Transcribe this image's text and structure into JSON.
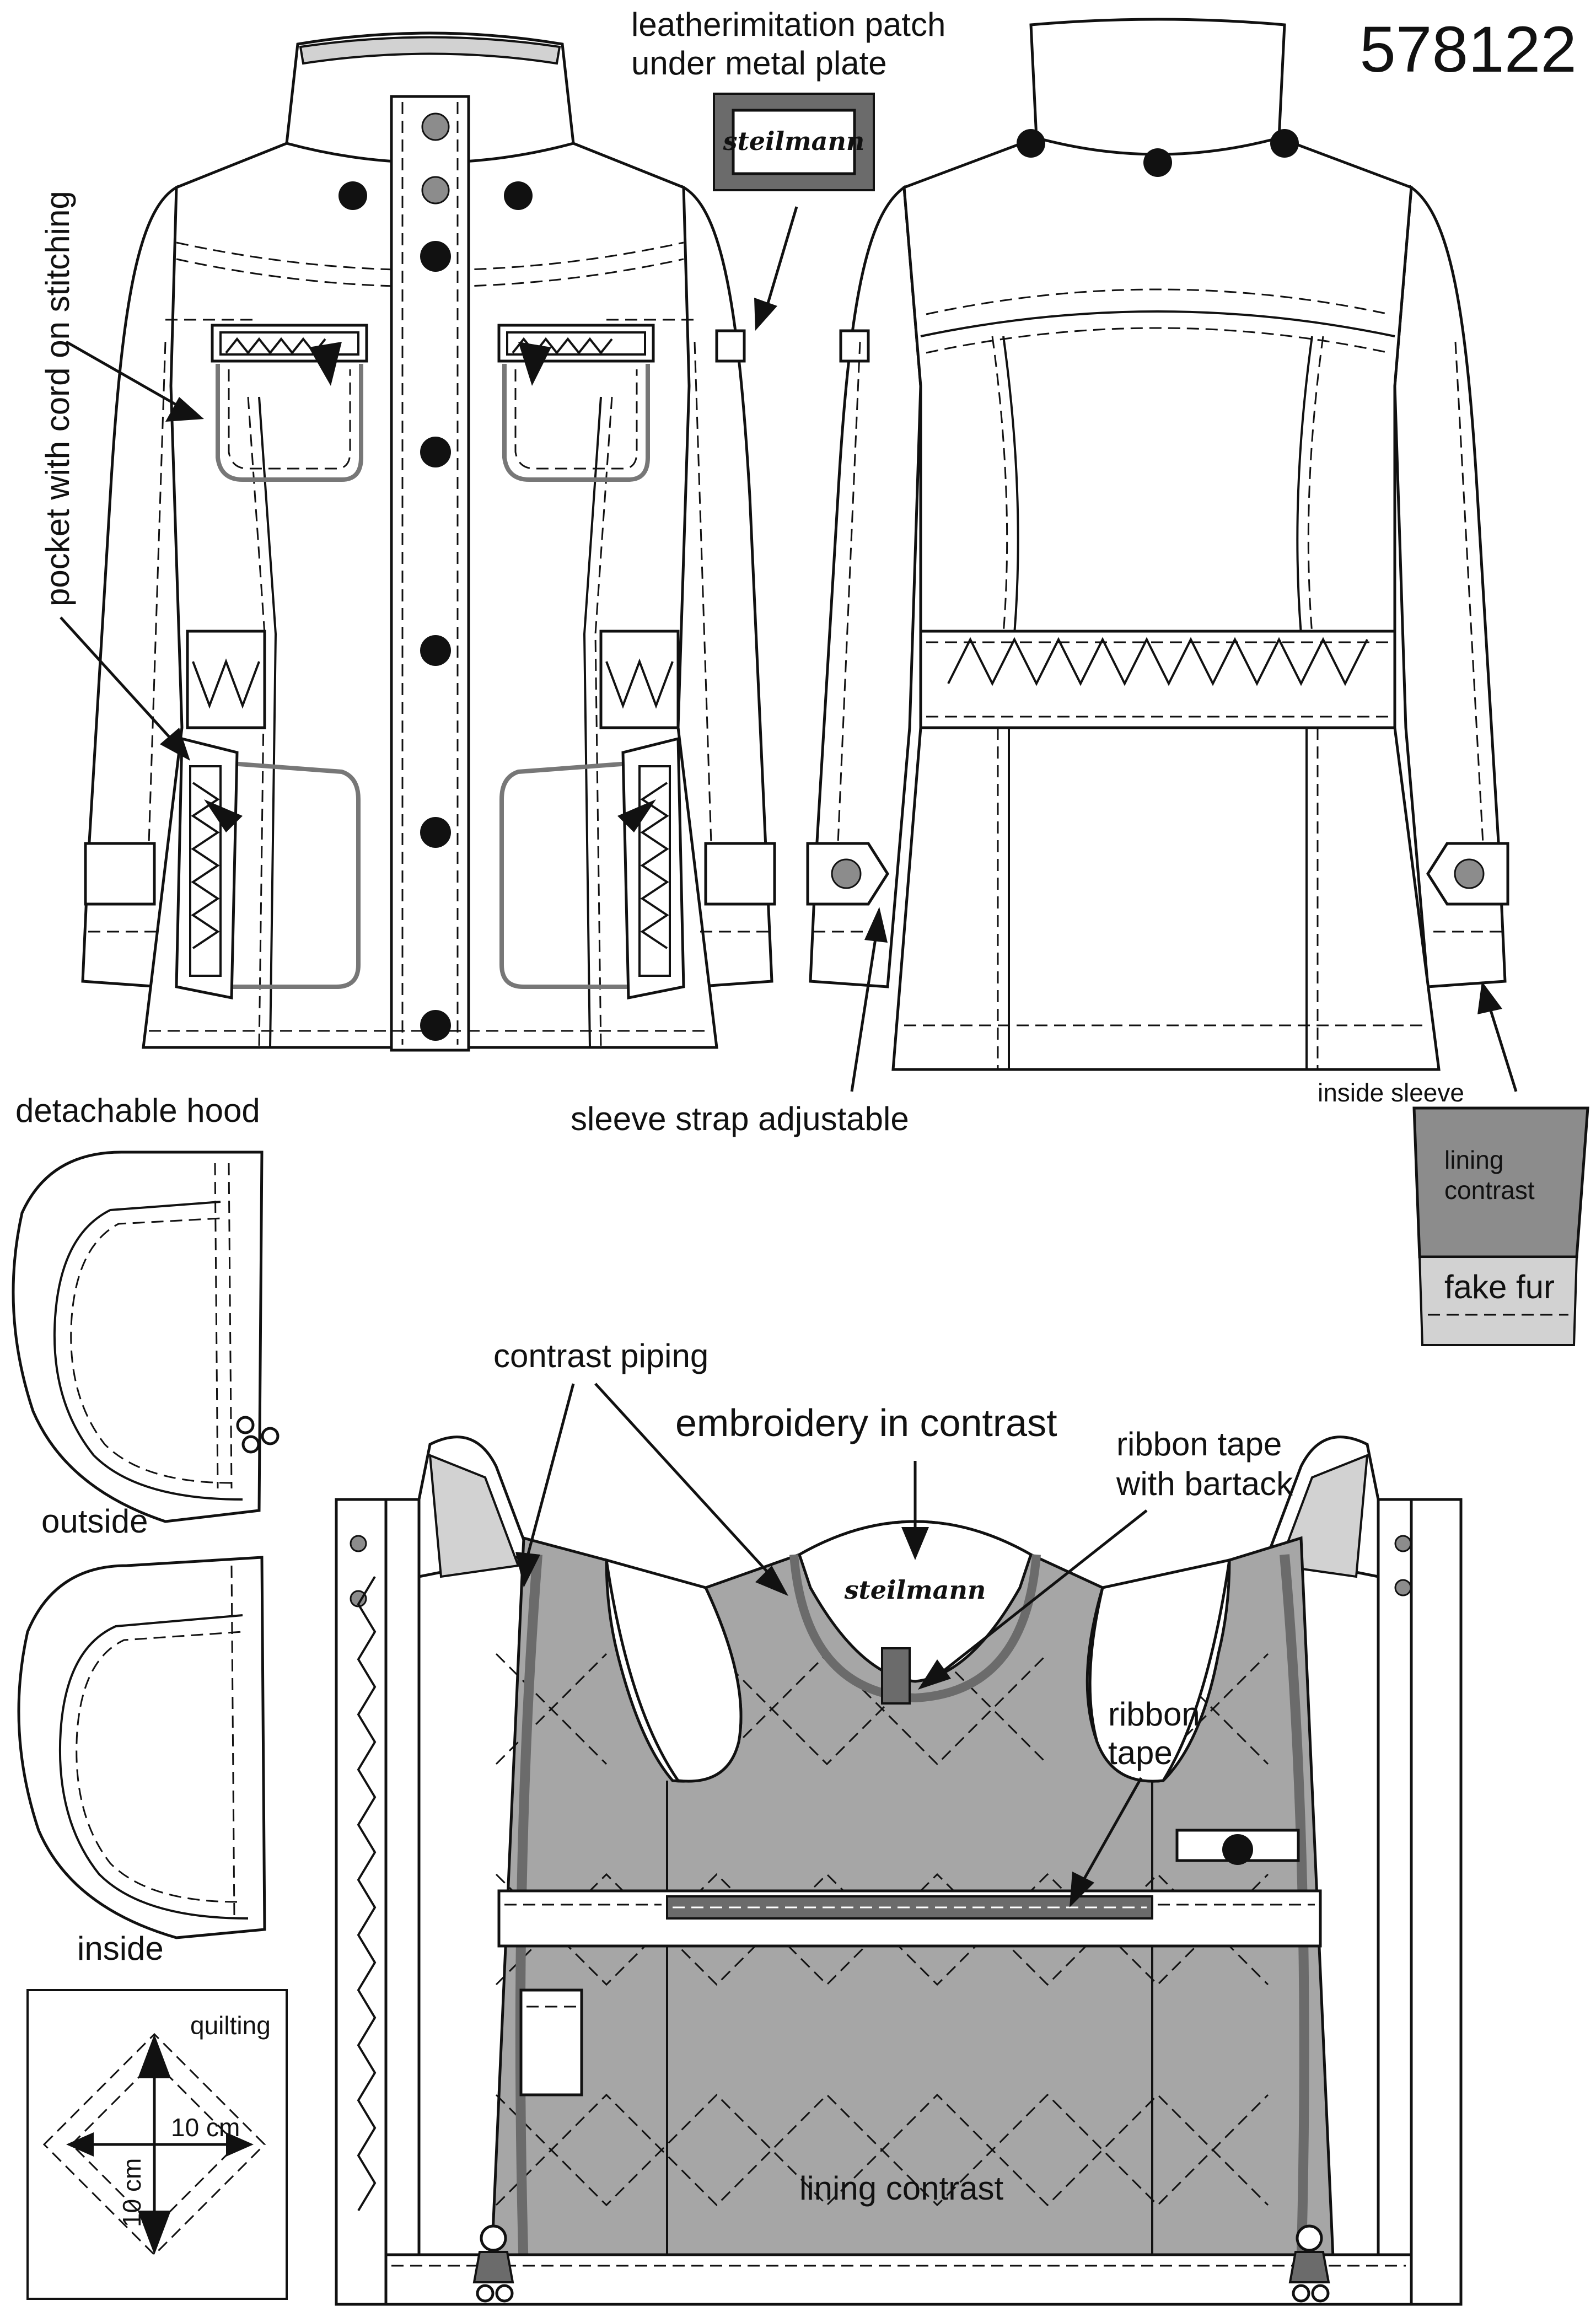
{
  "style_number": "578122",
  "labels": {
    "patch": [
      "leatherimitation patch",
      "under metal plate"
    ],
    "pocket": "pocket with cord on stitching",
    "sleeve_strap": "sleeve strap adjustable",
    "inside_sleeve": "inside sleeve",
    "lining_contrast_small": [
      "lining",
      "contrast"
    ],
    "fake_fur": "fake fur",
    "detachable_hood": "detachable hood",
    "outside": "outside",
    "inside": "inside",
    "contrast_piping": "contrast piping",
    "embroidery": "embroidery in contrast",
    "ribbon_bartack": [
      "ribbon tape",
      "with bartack"
    ],
    "ribbon_tape": [
      "ribbon",
      "tape"
    ],
    "lining_contrast": "lining contrast",
    "quilting": "quilting",
    "dim_h": "10 cm",
    "dim_v": "10 cm"
  },
  "brand": "steilmann",
  "colors": {
    "line": "#111111",
    "lining_grey": "#a6a6a6",
    "light_grey": "#d2d2d2",
    "dark_piping": "#6b6b6b",
    "button_grey": "#8c8c8c"
  }
}
